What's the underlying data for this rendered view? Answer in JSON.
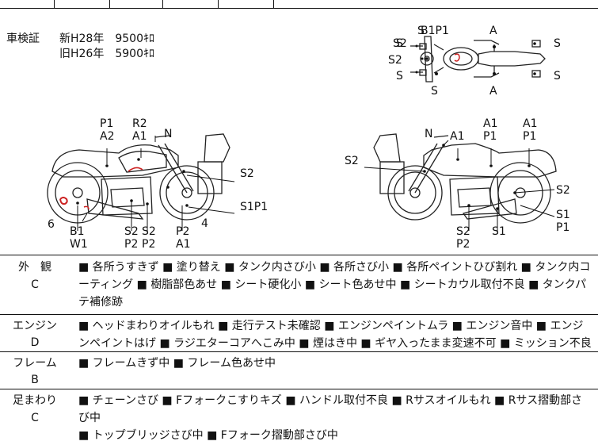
{
  "registration": {
    "label": "車検証",
    "new_line": "新H28年　9500ｷﾛ",
    "old_line": "旧H26年　5900ｷﾛ"
  },
  "labels": {
    "top_view": [
      "S",
      "S2",
      "B1P1",
      "A",
      "S",
      "S2",
      "S",
      "S",
      "S",
      "S",
      "A"
    ],
    "left_side": [
      "P1",
      "A2",
      "R2",
      "A1",
      "N",
      "S2",
      "S1P1",
      "4",
      "6",
      "B1",
      "W1",
      "S2",
      "P2",
      "S2",
      "P2",
      "P2",
      "A1"
    ],
    "right_side": [
      "S2",
      "N",
      "A1",
      "A1",
      "P1",
      "A1",
      "P1",
      "S2",
      "S2",
      "P2",
      "S1",
      "S1",
      "P1"
    ]
  },
  "rows": [
    {
      "head1": "外　観",
      "head2": "C",
      "body": "■ 各所うすきず ■ 塗り替え ■ タンク内さび小 ■ 各所さび小 ■ 各所ペイントひび割れ ■ タンク内コーティング ■ 樹脂部色あせ ■ シート硬化小 ■ シート色あせ中 ■ シートカウル取付不良 ■ タンクパテ補修跡"
    },
    {
      "head1": "エンジン",
      "head2": "D",
      "body": "■ ヘッドまわりオイルもれ ■ 走行テスト未確認 ■ エンジンペイントムラ ■ エンジン音中 ■ エンジンペイントはげ ■ ラジエターコアへこみ中 ■ 煙はき中 ■ ギヤ入ったまま変速不可 ■ ミッション不良"
    },
    {
      "head1": "フレーム",
      "head2": "B",
      "body": "■ フレームきず中 ■ フレーム色あせ中"
    },
    {
      "head1": "足まわり",
      "head2": "C",
      "body": "■ チェーンさび ■ Fフォークこすりキズ ■ ハンドル取付不良 ■ Rサスオイルもれ ■ Rサス摺動部さび中\n■ トップブリッジさび中 ■ Fフォーク摺動部さび中"
    }
  ]
}
